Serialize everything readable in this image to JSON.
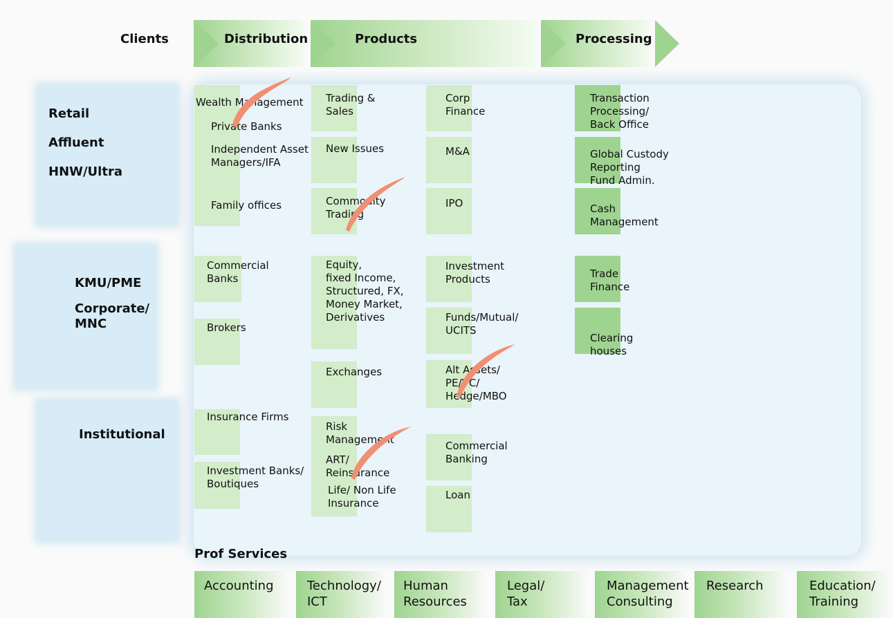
{
  "header": {
    "clients": "Clients",
    "distribution": "Distribution",
    "products": "Products",
    "processing": "Processing"
  },
  "clients": {
    "retail": [
      "Retail",
      "Affluent",
      "HNW/Ultra"
    ],
    "corporate": [
      "KMU/PME",
      "Corporate/\nMNC"
    ],
    "institutional": "Institutional"
  },
  "distribution": {
    "wealth_management": "Wealth Management",
    "private_banks": "Private Banks",
    "independent_asset": "Independent Asset\nManagers/IFA",
    "family_offices": "Family offices",
    "commercial_banks": "Commercial\nBanks",
    "brokers": "Brokers",
    "insurance_firms": "Insurance Firms",
    "investment_banks": "Investment Banks/\nBoutiques"
  },
  "products_a": {
    "trading_sales": "Trading &\nSales",
    "new_issues": "New Issues",
    "commodity_trading": "Commodity\nTrading",
    "equity": "Equity,\nfixed Income,\nStructured, FX,\nMoney Market,\nDerivatives",
    "exchanges": "Exchanges",
    "risk_management": "Risk\nManagement",
    "art_reinsurance": "ART/\nReinsurance",
    "life_insurance": "Life/ Non Life\nInsurance"
  },
  "products_b": {
    "corp_finance": "Corp\nFinance",
    "ma": "M&A",
    "ipo": "IPO",
    "investment_products": "Investment\nProducts",
    "funds": "Funds/Mutual/\nUCITS",
    "alt_assets": "Alt Assets/\nPE/VC/\nHedge/MBO",
    "commercial_banking": "Commercial\nBanking",
    "loan": "Loan"
  },
  "processing": {
    "transaction": "Transaction\nProcessing/\nBack Office",
    "custody": "Global Custody\nReporting\nFund Admin.",
    "cash": "Cash\nManagement",
    "trade_finance": "Trade\nFinance",
    "clearing": "Clearing\nhouses"
  },
  "prof_services": {
    "title": "Prof Services",
    "items": [
      "Accounting",
      "Technology/\nICT",
      "Human\nResources",
      "Legal/\nTax",
      "Management\nConsulting",
      "Research",
      "Education/\nTraining"
    ]
  }
}
